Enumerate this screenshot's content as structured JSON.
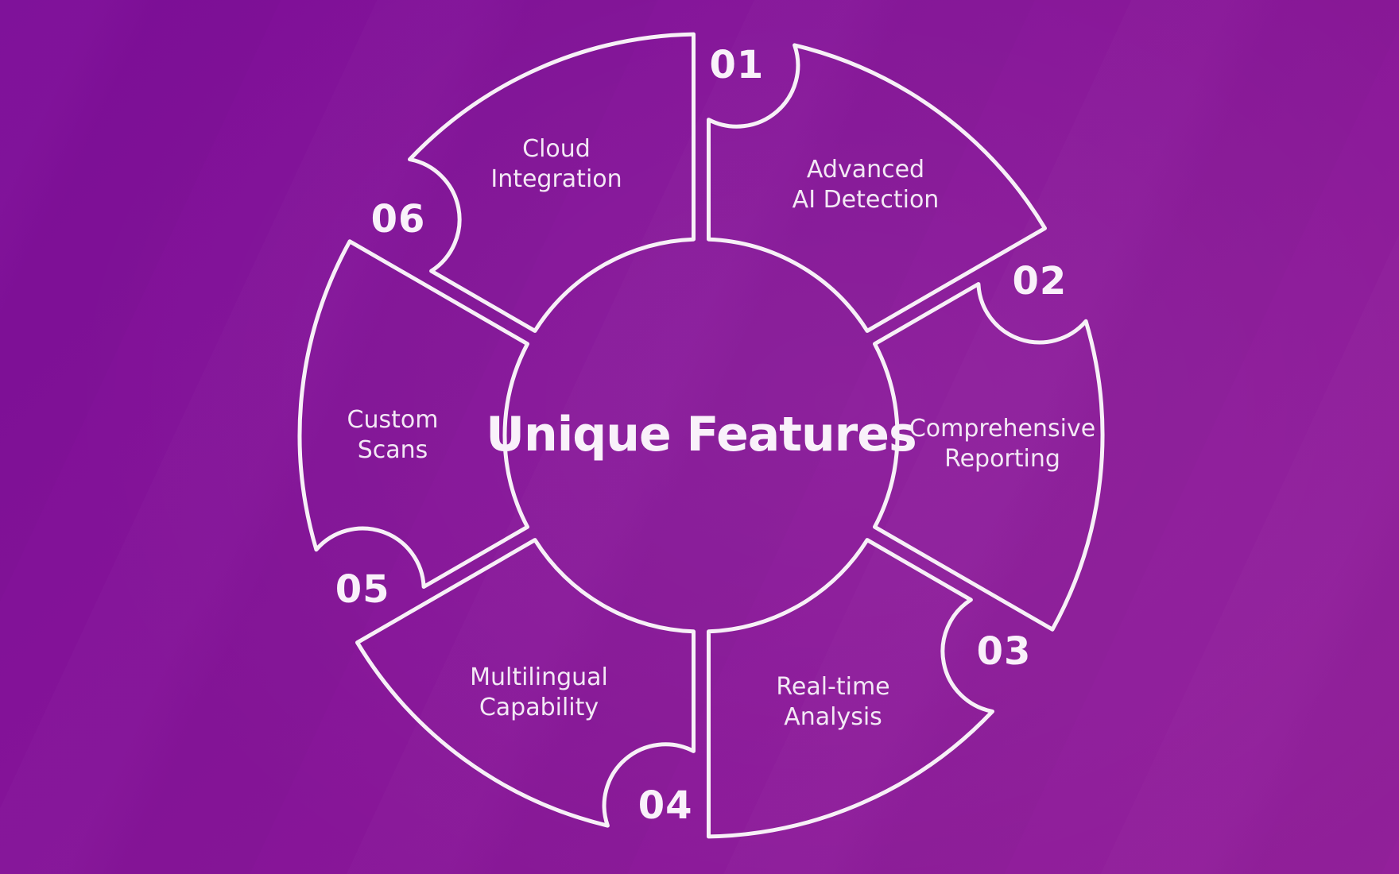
{
  "title": "Unique Features",
  "colors": {
    "background_top_left": "#7d0e98",
    "background_bottom_right": "#93209b",
    "line": "#f7f0f7",
    "text_bright": "#f9f1fa",
    "text_soft": "#f3e8f5"
  },
  "segments": [
    {
      "number": "01",
      "label_lines": [
        "Advanced",
        "AI Detection"
      ]
    },
    {
      "number": "02",
      "label_lines": [
        "Comprehensive",
        "Reporting"
      ]
    },
    {
      "number": "03",
      "label_lines": [
        "Real-time",
        "Analysis"
      ]
    },
    {
      "number": "04",
      "label_lines": [
        "Multilingual",
        "Capability"
      ]
    },
    {
      "number": "05",
      "label_lines": [
        "Custom",
        "Scans"
      ]
    },
    {
      "number": "06",
      "label_lines": [
        "Cloud",
        "Integration"
      ]
    }
  ]
}
